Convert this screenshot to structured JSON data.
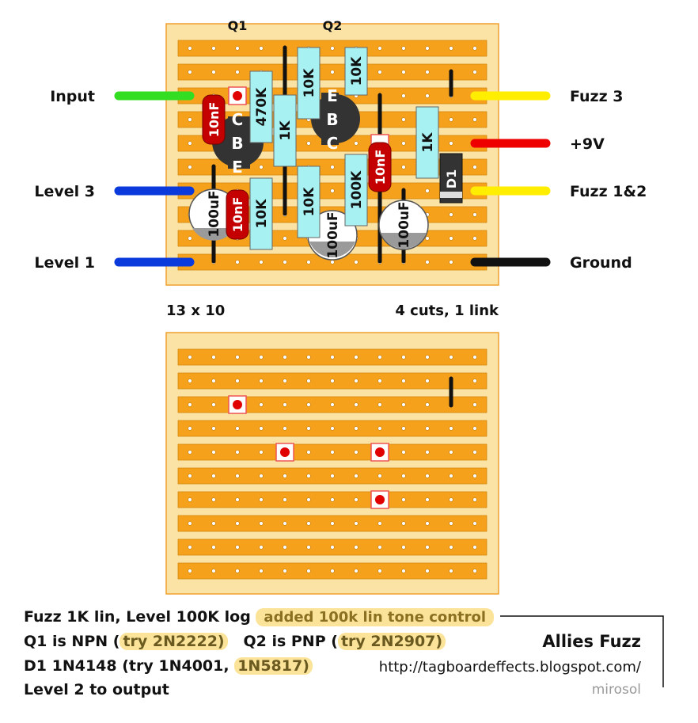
{
  "top_labels": {
    "q1": "Q1",
    "q2": "Q2"
  },
  "left_labels": {
    "input": "Input",
    "level3": "Level 3",
    "level1": "Level 1"
  },
  "right_labels": {
    "fuzz3": "Fuzz 3",
    "plus9v": "+9V",
    "fuzz12": "Fuzz 1&2",
    "ground": "Ground"
  },
  "board_info": {
    "size": "13 x 10",
    "cuts": "4 cuts, 1 link"
  },
  "components": {
    "r470k": "470K",
    "r1k_a": "1K",
    "r10k_top1": "10K",
    "r10k_top2": "10K",
    "r1k_b": "1K",
    "r10k_b1": "10K",
    "r10k_b2": "10K",
    "r100k": "100K",
    "c10nf_a": "10nF",
    "c10nf_b": "10nF",
    "c10nf_c": "10nF",
    "c100uf_a": "100uF",
    "c100uf_b": "100uF",
    "c100uf_c": "100uF",
    "d1": "D1",
    "q1_pins": [
      "C",
      "B",
      "E"
    ],
    "q2_pins": [
      "E",
      "B",
      "C"
    ]
  },
  "notes": {
    "line1": "Fuzz 1K lin, Level 100K log",
    "line1_hl": "added 100k lin tone control",
    "line2a": "Q1 is NPN (",
    "line2a_hl": "try 2N2222)",
    "line2b": "Q2 is PNP (",
    "line2b_hl": "try 2N2907)",
    "line3a": "D1 1N4148 (try 1N4001, ",
    "line3a_hl": "1N5817)",
    "line4": "Level 2 to output"
  },
  "credits": {
    "title": "Allies Fuzz",
    "url": "http://tagboardeffects.blogspot.com/",
    "author": "mirosol"
  },
  "colors": {
    "board": "#fbe3a6",
    "strip": "#f5a11b",
    "resistor": "#a7f1f2",
    "cap_film": "#c40000",
    "wire_input": "#33dd22",
    "wire_level": "#0a3adb",
    "wire_fuzz": "#ffee00",
    "wire_9v": "#ee0000",
    "wire_ground": "#111111",
    "cut": "#e00000"
  }
}
